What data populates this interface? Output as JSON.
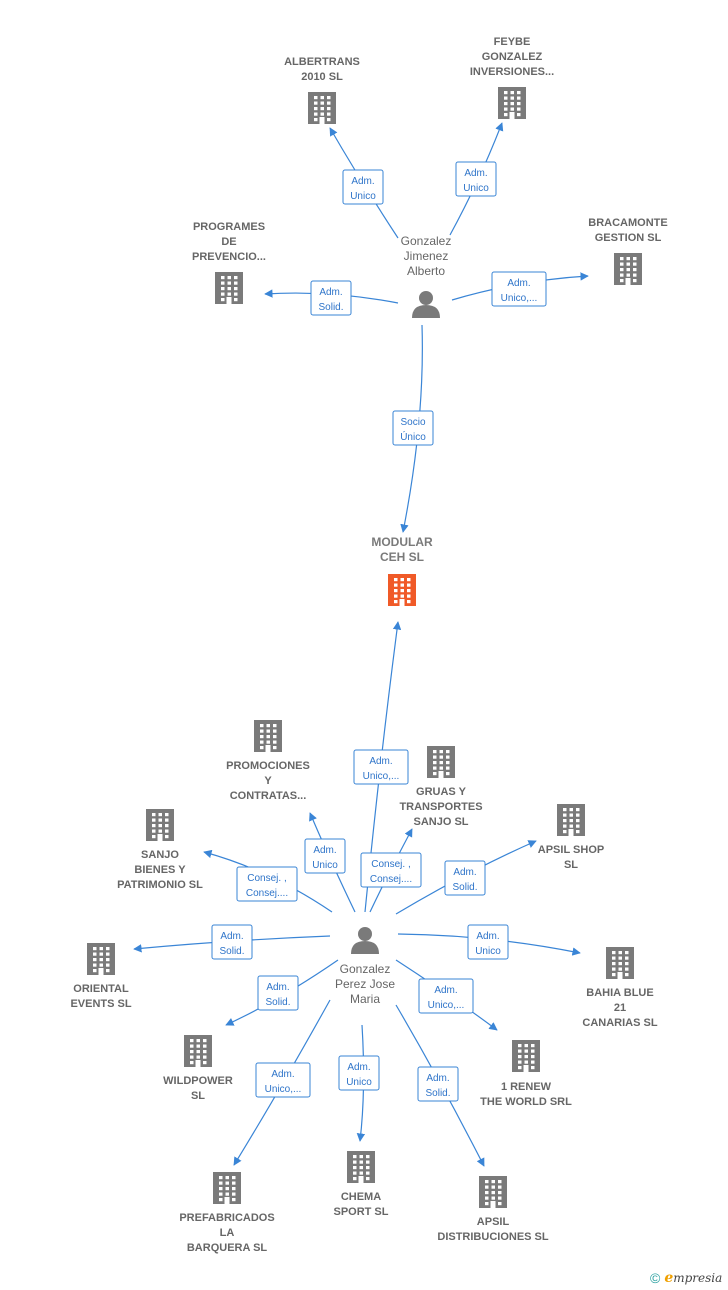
{
  "colors": {
    "edge": "#3a85d6",
    "company": "#7a7a7a",
    "center_company": "#f05a28",
    "person": "#7a7a7a"
  },
  "center": {
    "label": [
      "MODULAR",
      "CEH  SL"
    ]
  },
  "people": [
    {
      "id": "p1",
      "label": [
        "Gonzalez",
        "Jimenez",
        "Alberto"
      ]
    },
    {
      "id": "p2",
      "label": [
        "Gonzalez",
        "Perez Jose",
        "Maria"
      ]
    }
  ],
  "companies": [
    {
      "id": "albertrans",
      "label": [
        "ALBERTRANS",
        "2010 SL"
      ]
    },
    {
      "id": "feybe",
      "label": [
        "FEYBE",
        "GONZALEZ",
        "INVERSIONES..."
      ]
    },
    {
      "id": "programes",
      "label": [
        "PROGRAMES",
        "DE",
        "PREVENCIO..."
      ]
    },
    {
      "id": "bracamonte",
      "label": [
        "BRACAMONTE",
        "GESTION SL"
      ]
    },
    {
      "id": "promociones",
      "label": [
        "PROMOCIONES",
        "Y",
        "CONTRATAS..."
      ]
    },
    {
      "id": "gruas",
      "label": [
        "GRUAS Y",
        "TRANSPORTES",
        "SANJO SL"
      ]
    },
    {
      "id": "sanjo",
      "label": [
        "SANJO",
        "BIENES Y",
        "PATRIMONIO SL"
      ]
    },
    {
      "id": "apsilshop",
      "label": [
        "APSIL SHOP",
        "SL"
      ]
    },
    {
      "id": "oriental",
      "label": [
        "ORIENTAL",
        "EVENTS  SL"
      ]
    },
    {
      "id": "bahia",
      "label": [
        "BAHIA BLUE",
        "21",
        "CANARIAS  SL"
      ]
    },
    {
      "id": "wildpower",
      "label": [
        "WILDPOWER",
        "SL"
      ]
    },
    {
      "id": "renew",
      "label": [
        "1 RENEW",
        "THE WORLD SRL"
      ]
    },
    {
      "id": "prefabricados",
      "label": [
        "PREFABRICADOS",
        "LA",
        "BARQUERA  SL"
      ]
    },
    {
      "id": "chema",
      "label": [
        "CHEMA",
        "SPORT SL"
      ]
    },
    {
      "id": "apsildist",
      "label": [
        "APSIL",
        "DISTRIBUCIONES SL"
      ]
    }
  ],
  "relations": [
    {
      "id": "r_albertrans",
      "label": [
        "Adm.",
        "Unico"
      ]
    },
    {
      "id": "r_feybe",
      "label": [
        "Adm.",
        "Unico"
      ]
    },
    {
      "id": "r_programes",
      "label": [
        "Adm.",
        "Solid."
      ]
    },
    {
      "id": "r_bracamonte",
      "label": [
        "Adm.",
        "Unico,..."
      ]
    },
    {
      "id": "r_socio",
      "label": [
        "Socio",
        "Único"
      ]
    },
    {
      "id": "r_modular2",
      "label": [
        "Adm.",
        "Unico,..."
      ]
    },
    {
      "id": "r_promociones",
      "label": [
        "Adm.",
        "Unico"
      ]
    },
    {
      "id": "r_gruas",
      "label": [
        "Consej. ,",
        "Consej...."
      ]
    },
    {
      "id": "r_sanjo",
      "label": [
        "Consej. ,",
        "Consej...."
      ]
    },
    {
      "id": "r_apsilshop",
      "label": [
        "Adm.",
        "Solid."
      ]
    },
    {
      "id": "r_oriental",
      "label": [
        "Adm.",
        "Solid."
      ]
    },
    {
      "id": "r_bahia",
      "label": [
        "Adm.",
        "Unico"
      ]
    },
    {
      "id": "r_wildpower",
      "label": [
        "Adm.",
        "Solid."
      ]
    },
    {
      "id": "r_renew",
      "label": [
        "Adm.",
        "Unico,..."
      ]
    },
    {
      "id": "r_prefabricados",
      "label": [
        "Adm.",
        "Unico,..."
      ]
    },
    {
      "id": "r_chema",
      "label": [
        "Adm.",
        "Unico"
      ]
    },
    {
      "id": "r_apsildist",
      "label": [
        "Adm.",
        "Solid."
      ]
    }
  ],
  "footer": {
    "copyright": "©",
    "brand_initial": "e",
    "brand_rest": "mpresia"
  }
}
